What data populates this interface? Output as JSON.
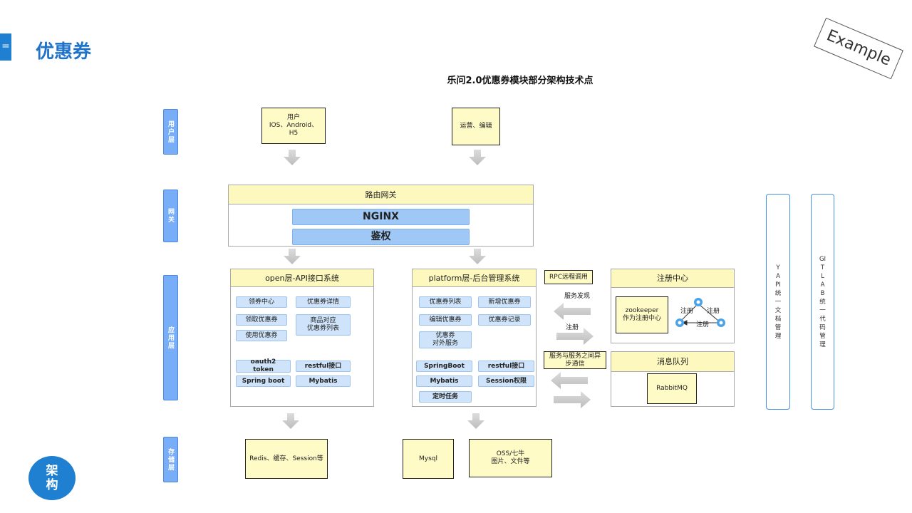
{
  "page": {
    "title": "优惠券",
    "title_marker": "=",
    "example_stamp": "Example",
    "badge": "架\n构"
  },
  "diagram": {
    "title": "乐问2.0优惠券模块部分架构技术点",
    "layers": {
      "user": "用户层",
      "gateway": "网关",
      "app": "应用层",
      "storage": "存储层"
    },
    "user_boxes": {
      "clients": "用户\nIOS、Android、\nH5",
      "ops": "运营、编辑"
    },
    "gateway": {
      "title": "路由网关",
      "nginx": "NGINX",
      "auth": "鉴权"
    },
    "open_panel": {
      "title": "open层-API接口系统",
      "chips": [
        "领券中心",
        "优惠券详情",
        "领取优惠券",
        "商品对应\n优惠券列表",
        "使用优惠券"
      ],
      "tech": [
        "oauth2\ntoken",
        "restful接口",
        "Spring boot",
        "Mybatis"
      ]
    },
    "platform_panel": {
      "title": "platform层-后台管理系统",
      "chips": [
        "优惠券列表",
        "新增优惠券",
        "编辑优惠券",
        "优惠券记录",
        "优惠券\n对外服务"
      ],
      "tech": [
        "SpringBoot",
        "restful接口",
        "Mybatis",
        "Session权限",
        "定时任务"
      ]
    },
    "rpc": {
      "label": "RPC远程调用",
      "discovery": "服务发现",
      "register": "注册"
    },
    "registry": {
      "title": "注册中心",
      "zk": "zookeeper\n作为注册中心",
      "reg_left": "注册",
      "reg_right": "注册",
      "reg_bottom": "注册"
    },
    "async": {
      "label": "服务与服务之间异\n步通信"
    },
    "mq": {
      "title": "消息队列",
      "rabbit": "RabbitMQ"
    },
    "storage_boxes": {
      "redis": "Redis、缓存、Session等",
      "mysql": "Mysql",
      "oss": "OSS/七牛\n图片、文件等"
    },
    "side": {
      "yapi": "YAPI统一文档管理",
      "gitlab": "GITLAB统一代码管理"
    }
  },
  "colors": {
    "accent": "#1f7fd1",
    "layer": "#77aef7",
    "yellow": "#fffbc7",
    "chip": "#cfe4fa",
    "arrow": "#c7c7c7"
  }
}
